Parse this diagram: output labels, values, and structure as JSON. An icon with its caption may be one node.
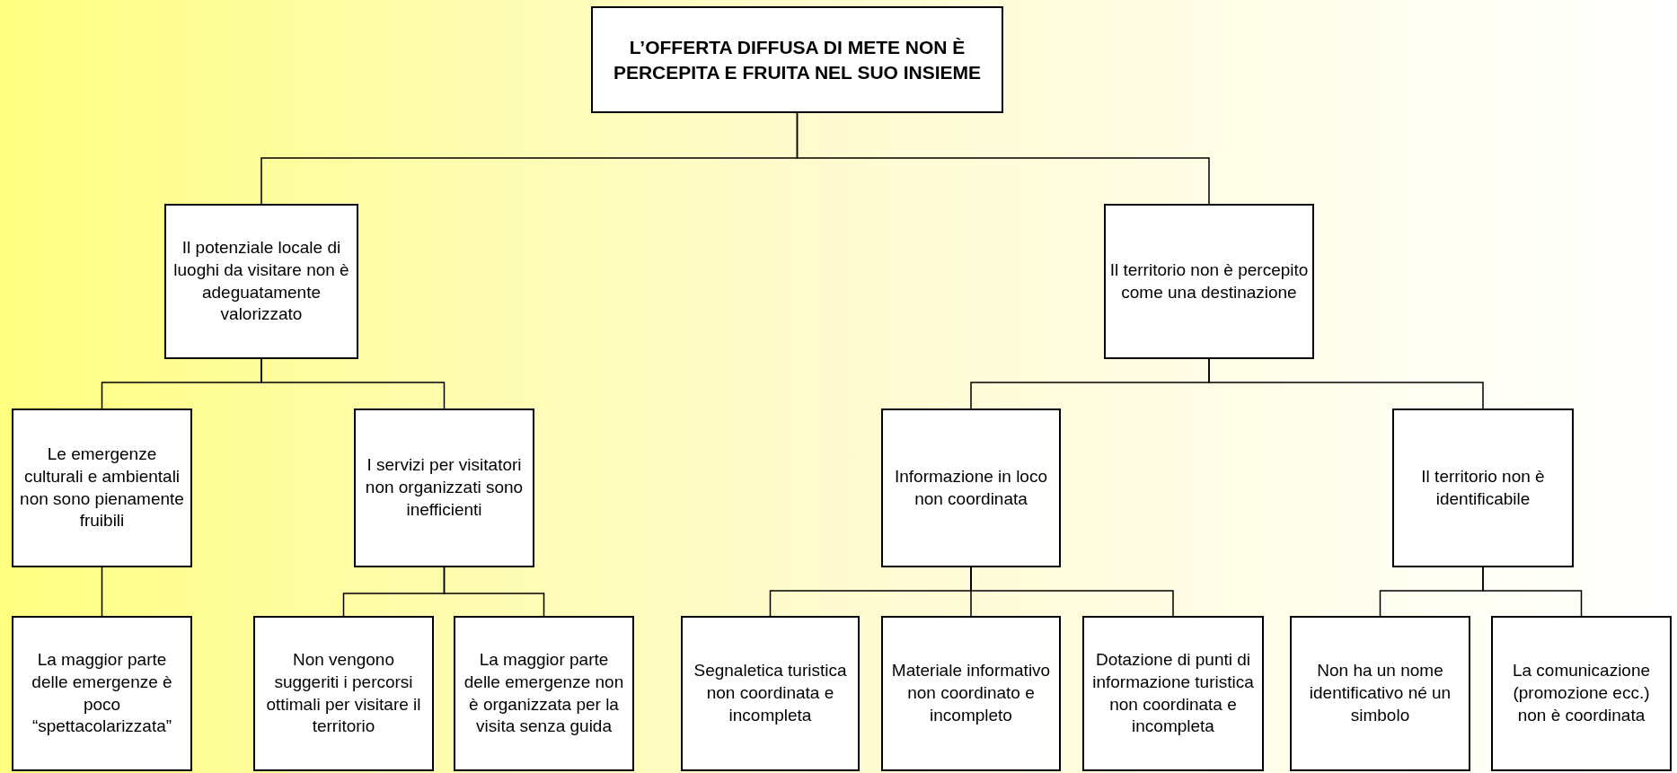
{
  "diagram": {
    "nodes": [
      {
        "text": [
          "L’OFFERTA DIFFUSA DI METE NON È PERCEPITA E FRUITA NEL SUO INSIEME"
        ]
      },
      {
        "text": [
          "Il potenziale locale di luoghi da visitare non è adeguatamente valorizzato"
        ]
      },
      {
        "text": [
          "Il territorio non è percepito come una destinazione"
        ]
      },
      {
        "text": [
          "Le emergenze culturali e ambientali non sono pienamente fruibili"
        ]
      },
      {
        "text": [
          "I servizi per visitatori non organizzati sono inefficienti"
        ]
      },
      {
        "text": [
          "Informazione in loco non coordinata"
        ]
      },
      {
        "text": [
          "Il territorio non è identificabile"
        ]
      },
      {
        "text": [
          "La maggior parte delle emergenze è poco “spettacolarizzata”"
        ]
      },
      {
        "text": [
          "Non vengono suggeriti i percorsi ottimali per visitare il territorio"
        ]
      },
      {
        "text": [
          "La maggior parte delle emergenze non è organizzata per la visita senza guida"
        ]
      },
      {
        "text": [
          "Segnaletica turistica non coordinata e incompleta"
        ]
      },
      {
        "text": [
          "Materiale informativo non coordinato e incompleto"
        ]
      },
      {
        "text": [
          "Dotazione di punti di informazione turistica non coordinata e incompleta"
        ]
      },
      {
        "text": [
          "Non ha un nome identificativo né un simbolo"
        ]
      },
      {
        "text": [
          "La comunicazione (promozione ecc.) non è coordinata"
        ]
      }
    ],
    "edges": [
      {
        "from": 0,
        "to": 1,
        "arrow": "none"
      },
      {
        "from": 0,
        "to": 2,
        "arrow": "none"
      },
      {
        "from": 1,
        "to": 3,
        "arrow": "none"
      },
      {
        "from": 1,
        "to": 4,
        "arrow": "none"
      },
      {
        "from": 2,
        "to": 5,
        "arrow": "none"
      },
      {
        "from": 2,
        "to": 6,
        "arrow": "none"
      },
      {
        "from": 3,
        "to": 7,
        "arrow": "none"
      },
      {
        "from": 4,
        "to": 8,
        "arrow": "none"
      },
      {
        "from": 4,
        "to": 9,
        "arrow": "none"
      },
      {
        "from": 5,
        "to": 10,
        "arrow": "none"
      },
      {
        "from": 5,
        "to": 11,
        "arrow": "none"
      },
      {
        "from": 5,
        "to": 12,
        "arrow": "none"
      },
      {
        "from": 6,
        "to": 13,
        "arrow": "none"
      },
      {
        "from": 6,
        "to": 14,
        "arrow": "none"
      }
    ]
  }
}
